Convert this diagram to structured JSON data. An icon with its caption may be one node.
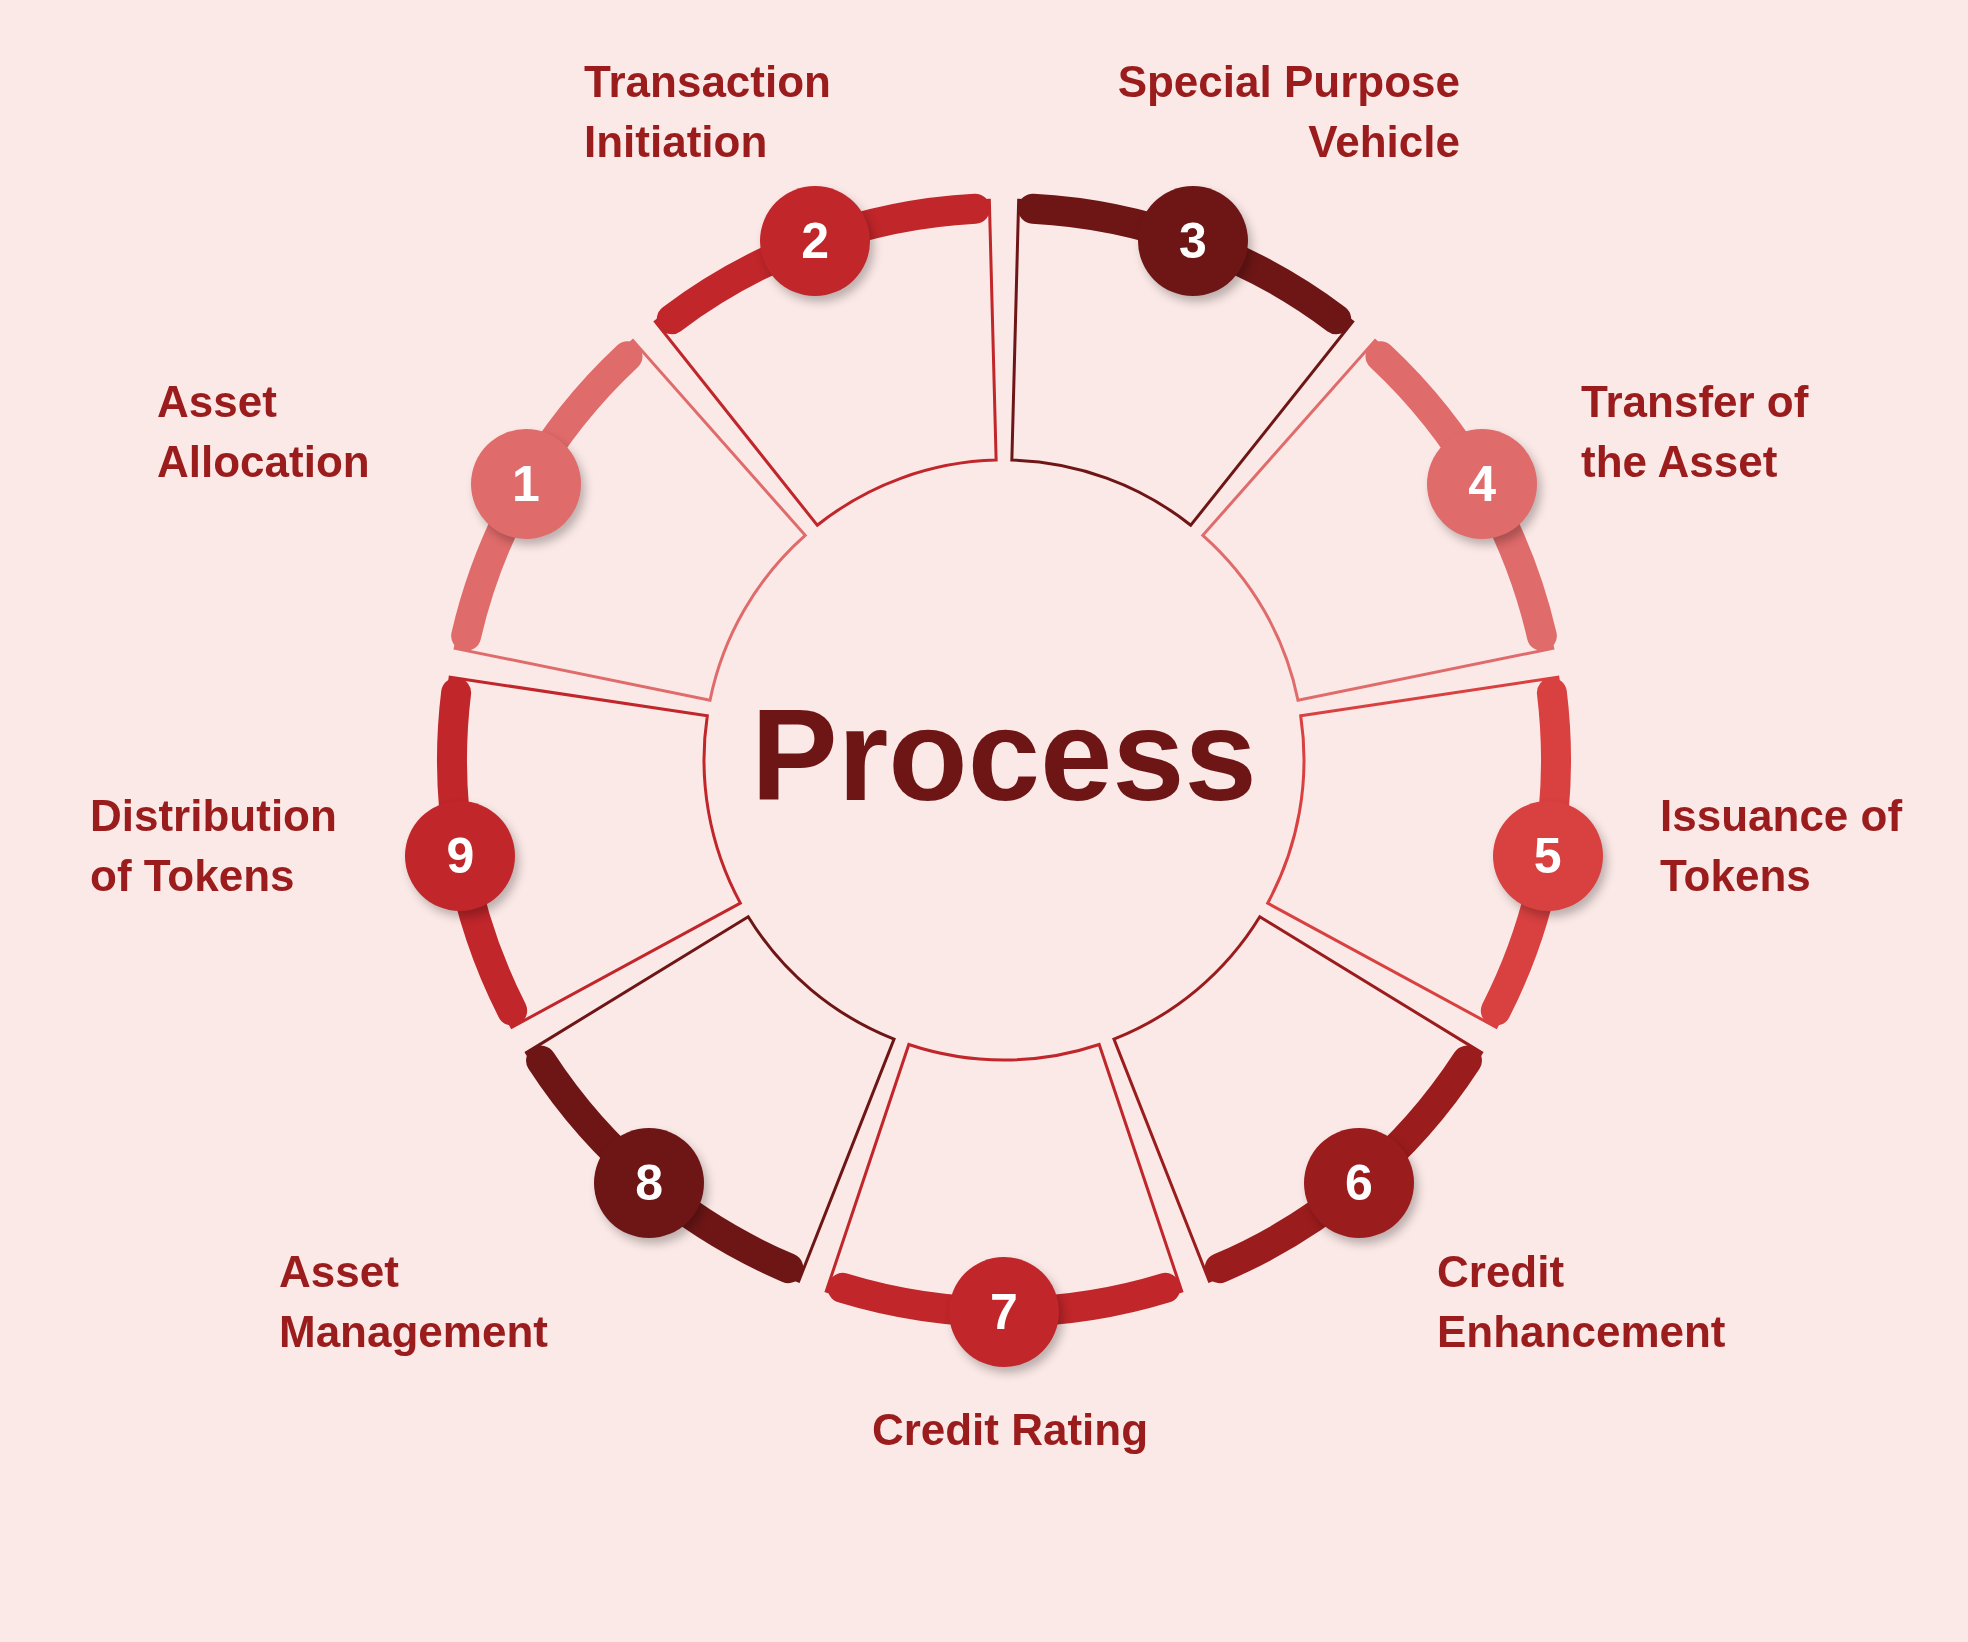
{
  "diagram": {
    "nodes": [
      {
        "text": [
          "Process"
        ]
      },
      {
        "text": [
          "1"
        ],
        "beside": [
          "Asset Allocation"
        ]
      },
      {
        "text": [
          "2"
        ],
        "beside": [
          "Transaction Initiation"
        ]
      },
      {
        "text": [
          "3"
        ],
        "beside": [
          "Special Purpose Vehicle"
        ]
      },
      {
        "text": [
          "4"
        ],
        "beside": [
          "Transfer of the Asset"
        ]
      },
      {
        "text": [
          "5"
        ],
        "beside": [
          "Issuance of Tokens"
        ]
      },
      {
        "text": [
          "6"
        ],
        "beside": [
          "Credit Enhancement"
        ]
      },
      {
        "text": [
          "7"
        ],
        "beside": [
          "Credit Rating"
        ]
      },
      {
        "text": [
          "8"
        ],
        "beside": [
          "Asset Management"
        ]
      },
      {
        "text": [
          "9"
        ],
        "beside": [
          "Distribution of Tokens"
        ]
      }
    ]
  }
}
